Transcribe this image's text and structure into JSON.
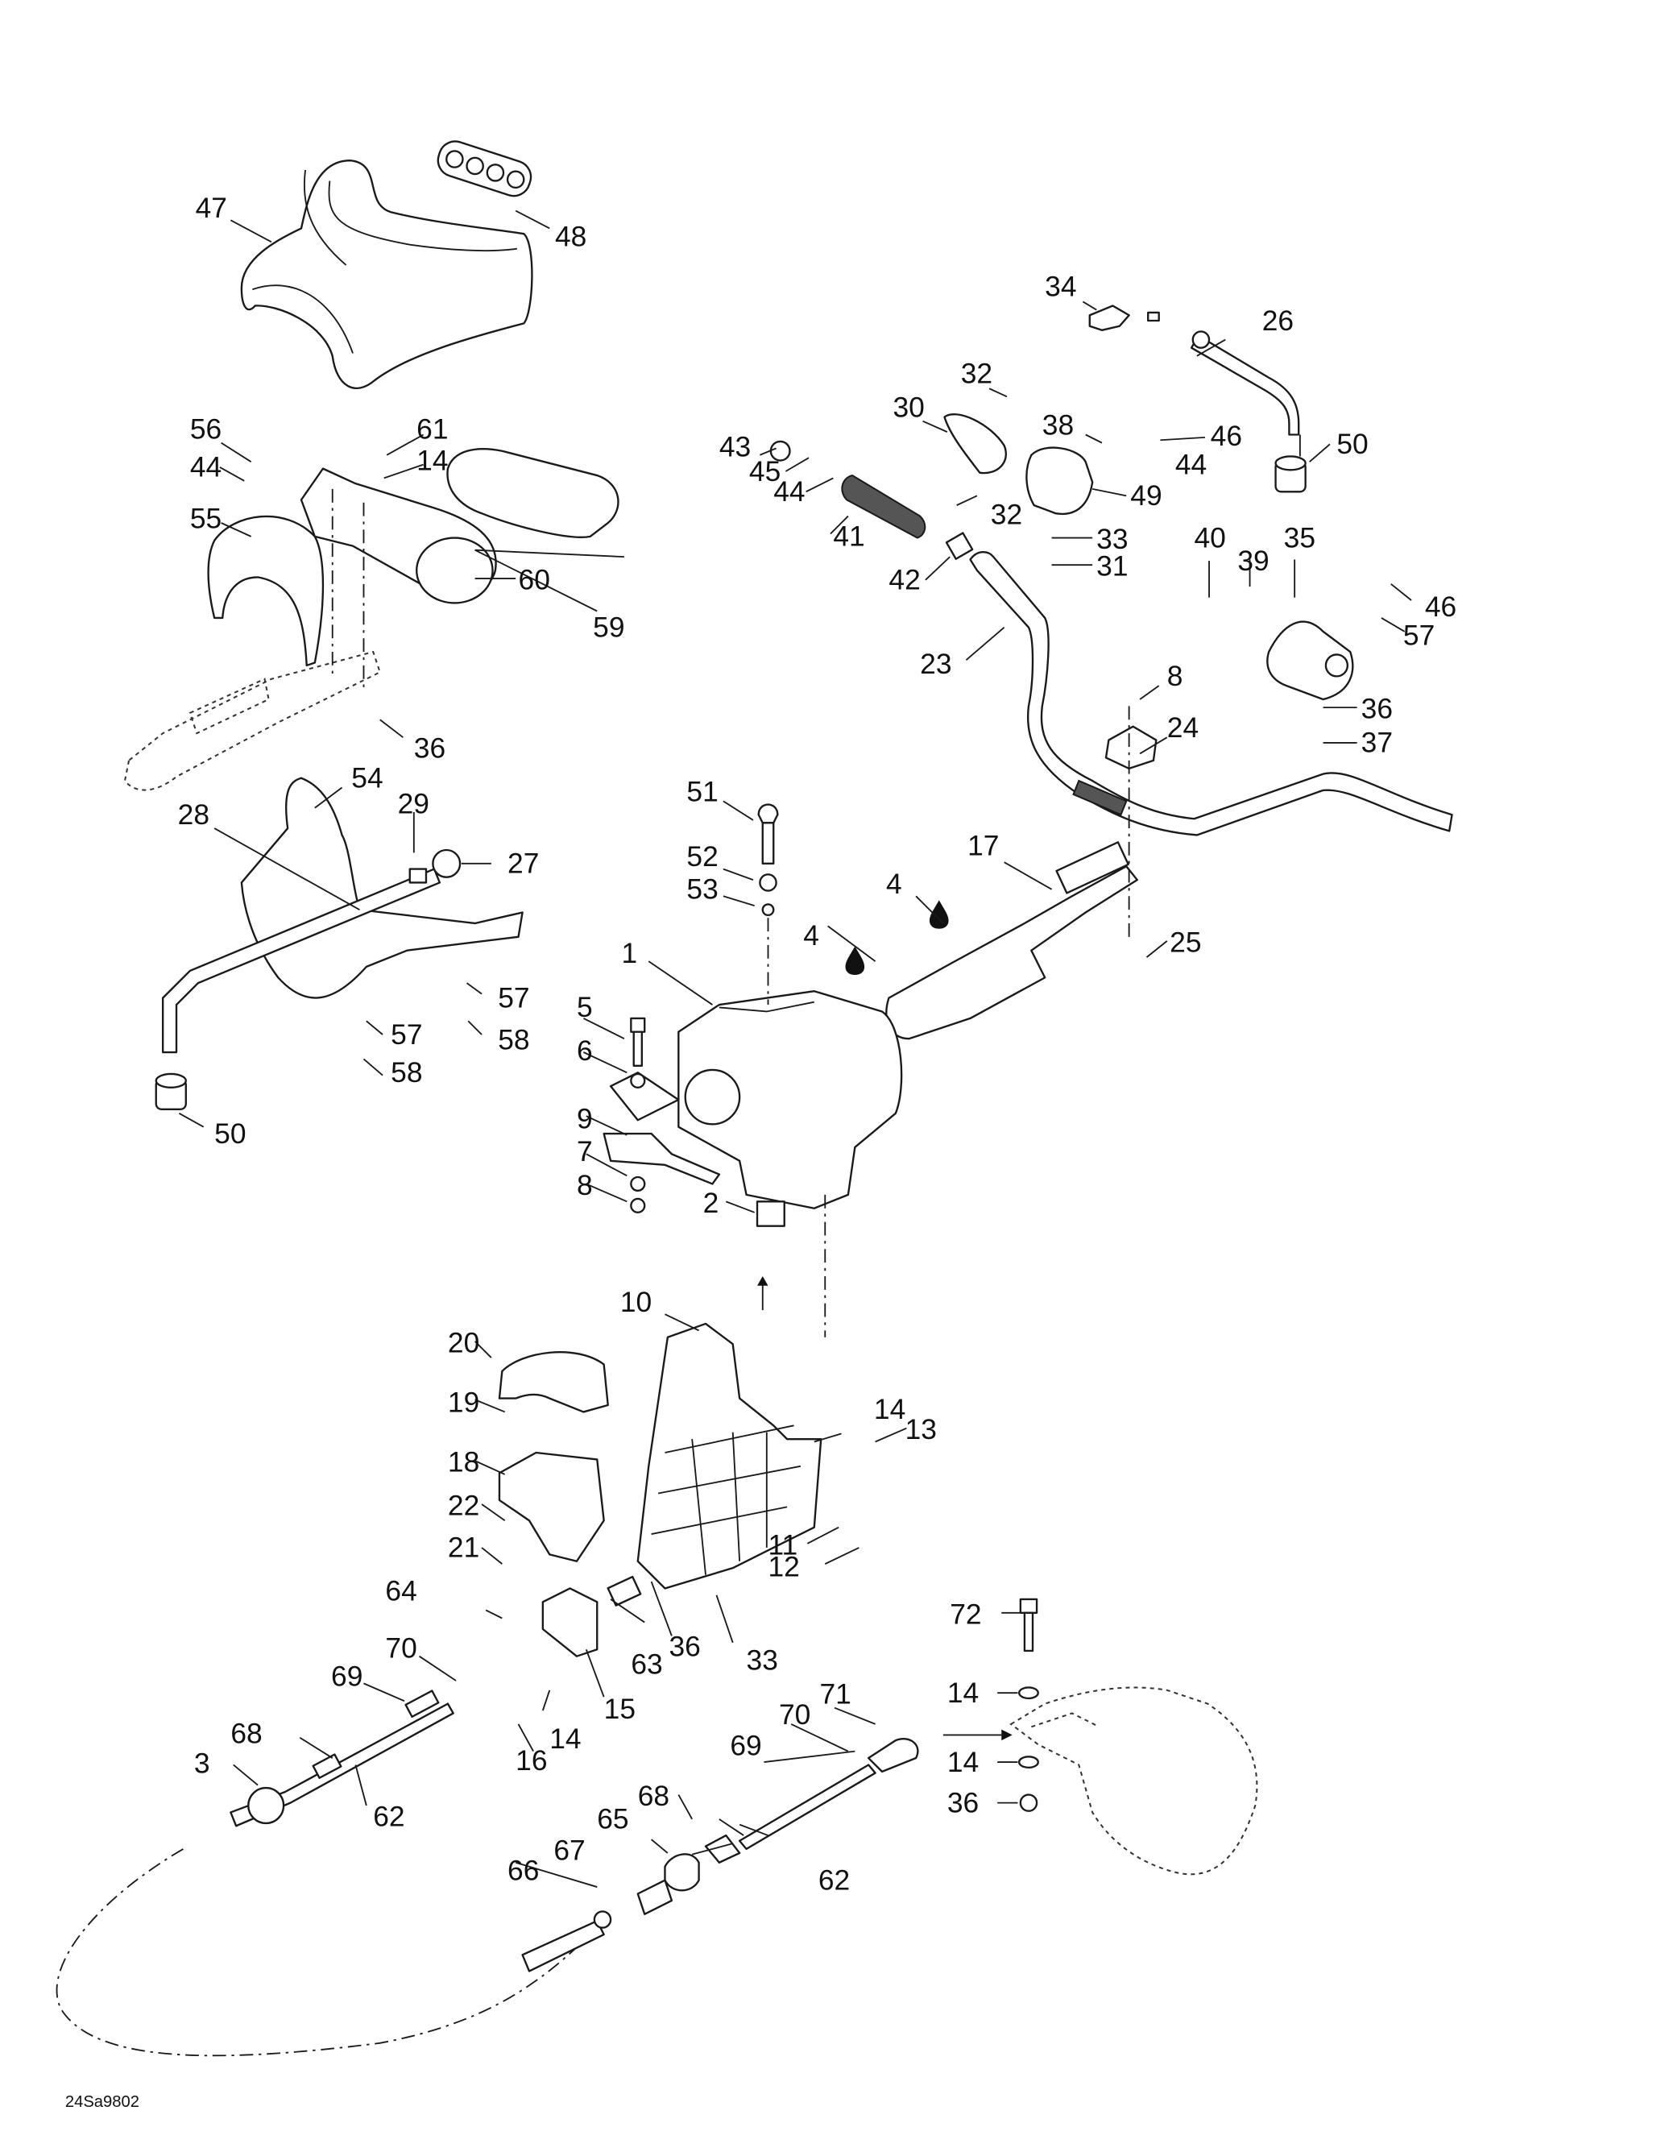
{
  "diagram": {
    "title": "Steering system exploded view",
    "reference_code": "24Sa9802",
    "callouts": [
      {
        "id": "c47",
        "label": "47"
      },
      {
        "id": "c48",
        "label": "48"
      },
      {
        "id": "c34",
        "label": "34"
      },
      {
        "id": "c26",
        "label": "26"
      },
      {
        "id": "c32a",
        "label": "32"
      },
      {
        "id": "c30",
        "label": "30"
      },
      {
        "id": "c38",
        "label": "38"
      },
      {
        "id": "c46a",
        "label": "46"
      },
      {
        "id": "c50a",
        "label": "50"
      },
      {
        "id": "c43",
        "label": "43"
      },
      {
        "id": "c45",
        "label": "45"
      },
      {
        "id": "c44a",
        "label": "44"
      },
      {
        "id": "c44b",
        "label": "44"
      },
      {
        "id": "c49",
        "label": "49"
      },
      {
        "id": "c32b",
        "label": "32"
      },
      {
        "id": "c41",
        "label": "41"
      },
      {
        "id": "c33a",
        "label": "33"
      },
      {
        "id": "c31",
        "label": "31"
      },
      {
        "id": "c42",
        "label": "42"
      },
      {
        "id": "c40",
        "label": "40"
      },
      {
        "id": "c39",
        "label": "39"
      },
      {
        "id": "c35",
        "label": "35"
      },
      {
        "id": "c46b",
        "label": "46"
      },
      {
        "id": "c57a",
        "label": "57"
      },
      {
        "id": "c23",
        "label": "23"
      },
      {
        "id": "c36a",
        "label": "36"
      },
      {
        "id": "c37",
        "label": "37"
      },
      {
        "id": "c8a",
        "label": "8"
      },
      {
        "id": "c24",
        "label": "24"
      },
      {
        "id": "c56",
        "label": "56"
      },
      {
        "id": "c61",
        "label": "61"
      },
      {
        "id": "c44c",
        "label": "44"
      },
      {
        "id": "c14a",
        "label": "14"
      },
      {
        "id": "c55",
        "label": "55"
      },
      {
        "id": "c60",
        "label": "60"
      },
      {
        "id": "c59",
        "label": "59"
      },
      {
        "id": "c36b",
        "label": "36"
      },
      {
        "id": "c54",
        "label": "54"
      },
      {
        "id": "c29",
        "label": "29"
      },
      {
        "id": "c28",
        "label": "28"
      },
      {
        "id": "c27",
        "label": "27"
      },
      {
        "id": "c57b",
        "label": "57"
      },
      {
        "id": "c57c",
        "label": "57"
      },
      {
        "id": "c58a",
        "label": "58"
      },
      {
        "id": "c58b",
        "label": "58"
      },
      {
        "id": "c50b",
        "label": "50"
      },
      {
        "id": "c51",
        "label": "51"
      },
      {
        "id": "c52",
        "label": "52"
      },
      {
        "id": "c53",
        "label": "53"
      },
      {
        "id": "c17",
        "label": "17"
      },
      {
        "id": "c4a",
        "label": "4"
      },
      {
        "id": "c4b",
        "label": "4"
      },
      {
        "id": "c25",
        "label": "25"
      },
      {
        "id": "c1",
        "label": "1"
      },
      {
        "id": "c5",
        "label": "5"
      },
      {
        "id": "c6",
        "label": "6"
      },
      {
        "id": "c9",
        "label": "9"
      },
      {
        "id": "c7",
        "label": "7"
      },
      {
        "id": "c8b",
        "label": "8"
      },
      {
        "id": "c2",
        "label": "2"
      },
      {
        "id": "c10",
        "label": "10"
      },
      {
        "id": "c20",
        "label": "20"
      },
      {
        "id": "c19",
        "label": "19"
      },
      {
        "id": "c14b",
        "label": "14"
      },
      {
        "id": "c13",
        "label": "13"
      },
      {
        "id": "c18",
        "label": "18"
      },
      {
        "id": "c22",
        "label": "22"
      },
      {
        "id": "c11",
        "label": "11"
      },
      {
        "id": "c12",
        "label": "12"
      },
      {
        "id": "c21",
        "label": "21"
      },
      {
        "id": "c64",
        "label": "64"
      },
      {
        "id": "c36c",
        "label": "36"
      },
      {
        "id": "c63",
        "label": "63"
      },
      {
        "id": "c33b",
        "label": "33"
      },
      {
        "id": "c72",
        "label": "72"
      },
      {
        "id": "c70a",
        "label": "70"
      },
      {
        "id": "c69a",
        "label": "69"
      },
      {
        "id": "c15",
        "label": "15"
      },
      {
        "id": "c14c",
        "label": "14"
      },
      {
        "id": "c71",
        "label": "71"
      },
      {
        "id": "c14d",
        "label": "14"
      },
      {
        "id": "c68a",
        "label": "68"
      },
      {
        "id": "c16",
        "label": "16"
      },
      {
        "id": "c70b",
        "label": "70"
      },
      {
        "id": "c3",
        "label": "3"
      },
      {
        "id": "c62a",
        "label": "62"
      },
      {
        "id": "c69b",
        "label": "69"
      },
      {
        "id": "c14e",
        "label": "14"
      },
      {
        "id": "c36d",
        "label": "36"
      },
      {
        "id": "c68b",
        "label": "68"
      },
      {
        "id": "c65",
        "label": "65"
      },
      {
        "id": "c67",
        "label": "67"
      },
      {
        "id": "c62b",
        "label": "62"
      },
      {
        "id": "c66",
        "label": "66"
      }
    ]
  }
}
